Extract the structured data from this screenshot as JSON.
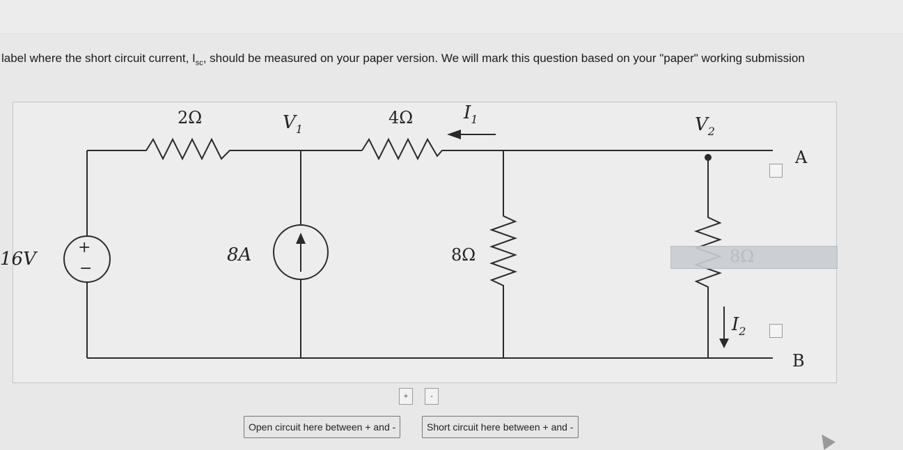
{
  "header": {
    "page_id": ""
  },
  "question": {
    "text_before": "label where the short circuit current, I",
    "subscript": "sc",
    "text_after": ", should be measured on your paper version. We will mark this question based on your \"paper\" working submission"
  },
  "circuit": {
    "resistor_top_left": "2Ω",
    "node_v1": "V",
    "node_v1_sub": "1",
    "resistor_top_mid": "4Ω",
    "current_i1": "I",
    "current_i1_sub": "1",
    "node_v2": "V",
    "node_v2_sub": "2",
    "terminal_a": "A",
    "terminal_b": "B",
    "voltage_source": "16V",
    "current_source": "8A",
    "resistor_mid": "8Ω",
    "resistor_right": "8Ω",
    "current_i2": "I",
    "current_i2_sub": "2",
    "source_plus": "+",
    "source_minus": "−"
  },
  "controls": {
    "plus_label": "+",
    "minus_label": "-",
    "open_circuit_label": "Open circuit here between + and -",
    "short_circuit_label": "Short circuit here between + and -"
  }
}
